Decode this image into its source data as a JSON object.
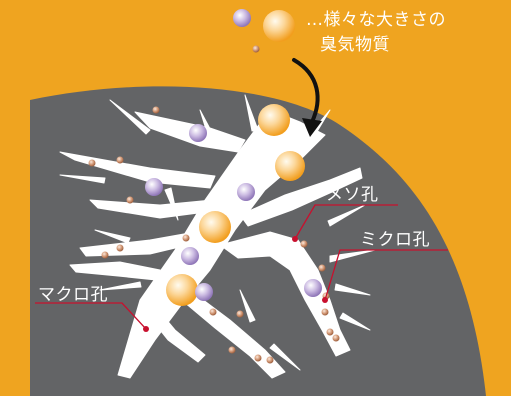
{
  "caption": {
    "line1": "…様々な大きさの",
    "line2": "臭気物質"
  },
  "labels": {
    "meso": "メソ孔",
    "micro": "ミクロ孔",
    "macro": "マクロ孔"
  },
  "colors": {
    "background": "#EFA420",
    "carbon": "#636466",
    "pore": "#ffffff",
    "leader_line": "#C8102E",
    "arrow": "#111111",
    "large_molecule": "#F6A623",
    "medium_molecule": "#A48BC6",
    "small_molecule": "#B77B5A"
  }
}
